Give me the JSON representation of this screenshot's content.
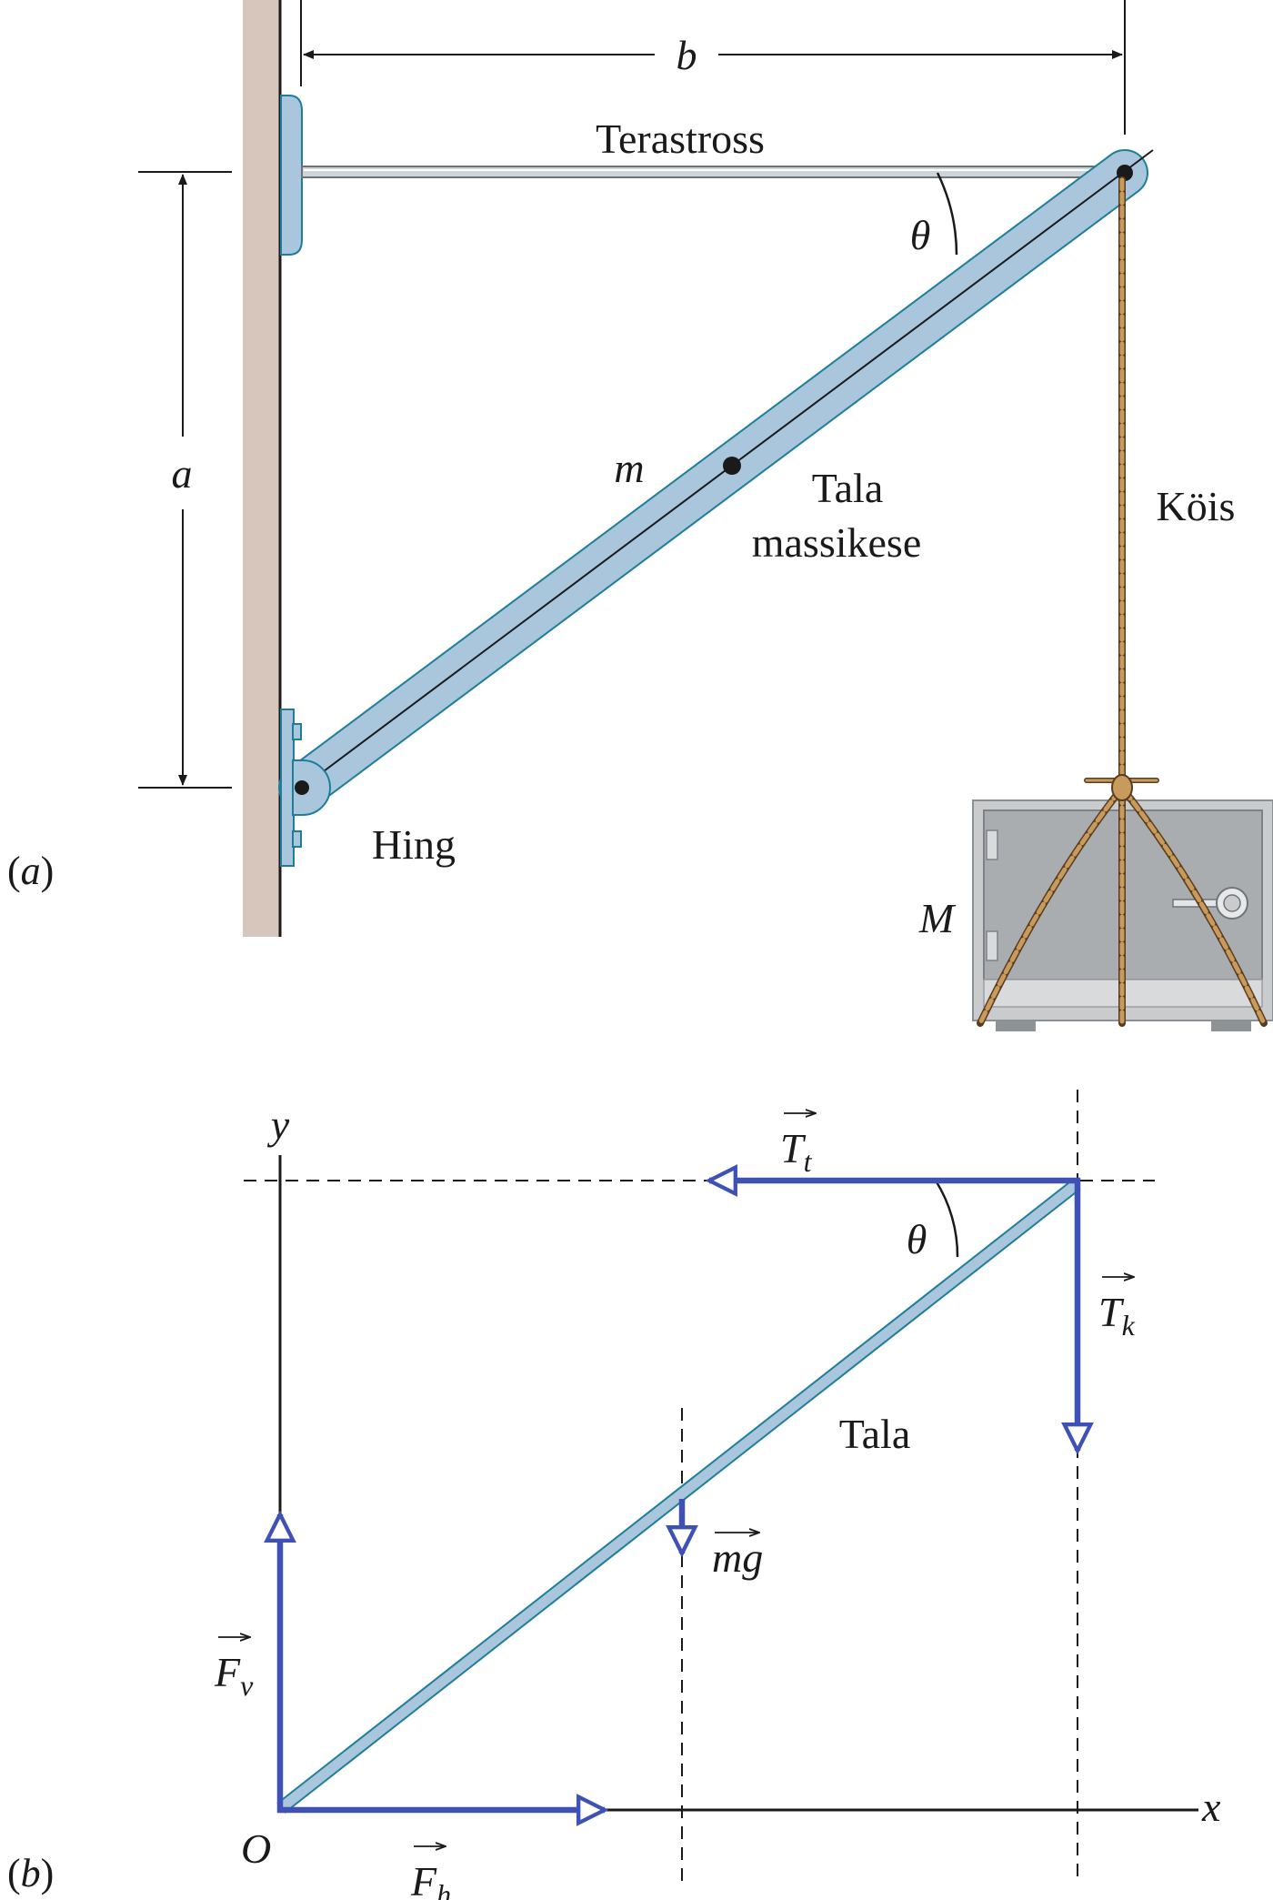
{
  "panel_a": {
    "label_prefix": "(",
    "label_letter": "a",
    "label_suffix": ")",
    "dim_b": "b",
    "dim_a": "a",
    "cable_label": "Terastross",
    "angle_label": "θ",
    "mass_label": "m",
    "beam_label_line1": "Tala",
    "beam_label_line2": "massikese",
    "rope_label": "Köis",
    "hinge_label": "Hing",
    "load_label": "M"
  },
  "panel_b": {
    "label_prefix": "(",
    "label_letter": "b",
    "label_suffix": ")",
    "y_axis": "y",
    "x_axis": "x",
    "origin": "O",
    "angle_label": "θ",
    "beam_label": "Tala",
    "tt_main": "T",
    "tt_sub": "t",
    "tk_main": "T",
    "tk_sub": "k",
    "mg_main": "mg",
    "fv_main": "F",
    "fv_sub": "v",
    "fh_main": "F",
    "fh_sub": "h"
  },
  "colors": {
    "beam_fill": "#a9c6dd",
    "beam_edge": "#1e7e9a",
    "wall": "#d6c6bb",
    "force_vector": "#3f51b5",
    "rope": "#c89b5c",
    "safe": "#c9cbcd"
  }
}
